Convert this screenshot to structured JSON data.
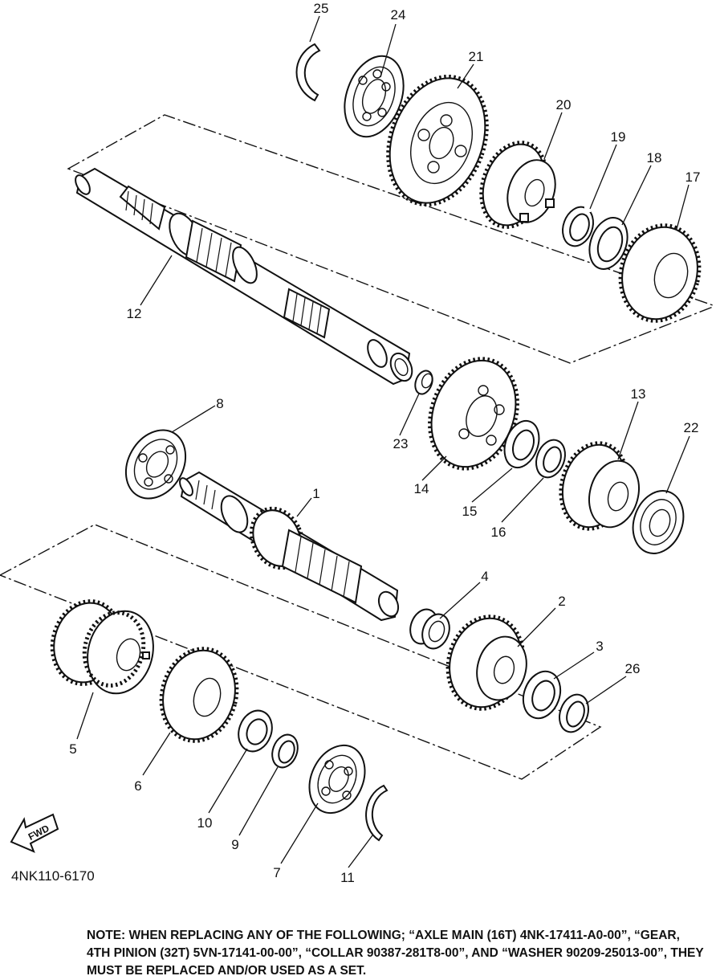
{
  "diagram_code": "4NK110-6170",
  "fwd_label": "FWD",
  "note": "NOTE: WHEN REPLACING ANY OF THE FOLLOWING; “AXLE MAIN (16T) 4NK-17411-A0-00”, “GEAR, 4TH PINION (32T) 5VN-17141-00-00”, “COLLAR 90387-281T8-00”, AND “WASHER 90209-25013-00”, THEY MUST BE REPLACED AND/OR USED AS A SET.",
  "callouts": [
    "25",
    "24",
    "21",
    "20",
    "19",
    "18",
    "17",
    "12",
    "8",
    "23",
    "14",
    "15",
    "16",
    "13",
    "22",
    "1",
    "4",
    "2",
    "3",
    "26",
    "5",
    "6",
    "10",
    "9",
    "7",
    "11"
  ]
}
